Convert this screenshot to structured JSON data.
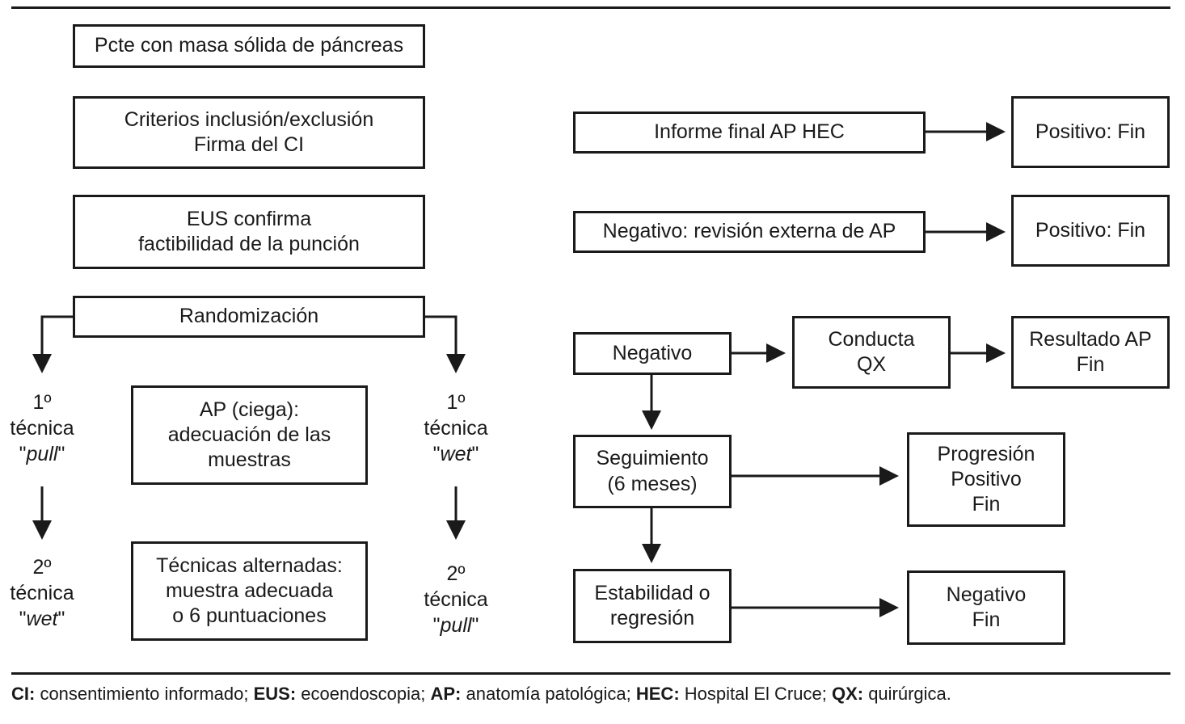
{
  "left": {
    "box1": [
      "Pcte con masa sólida de páncreas"
    ],
    "box2": [
      "Criterios inclusión/exclusión",
      "Firma del CI"
    ],
    "box3": [
      "EUS confirma",
      "factibilidad de la punción"
    ],
    "box4": [
      "Randomización"
    ],
    "box5": [
      "AP (ciega):",
      "adecuación de las",
      "muestras"
    ],
    "box6": [
      "Técnicas alternadas:",
      "muestra adecuada",
      "o 6 puntuaciones"
    ],
    "left_first": {
      "ord": "1º",
      "word": "técnica",
      "q_open": "\"",
      "technique": "pull",
      "q_close": "\""
    },
    "left_second": {
      "ord": "2º",
      "word": "técnica",
      "q_open": "\"",
      "technique": "wet",
      "q_close": "\""
    },
    "right_first": {
      "ord": "1º",
      "word": "técnica",
      "q_open": "\"",
      "technique": "wet",
      "q_close": "\""
    },
    "right_second": {
      "ord": "2º",
      "word": "técnica",
      "q_open": "\"",
      "technique": "pull",
      "q_close": "\""
    }
  },
  "right": {
    "informe": [
      "Informe final AP HEC"
    ],
    "positivo1": [
      "Positivo: Fin"
    ],
    "negativo_revision": [
      "Negativo: revisión externa de AP"
    ],
    "positivo2": [
      "Positivo: Fin"
    ],
    "negativo": [
      "Negativo"
    ],
    "conducta": [
      "Conducta",
      "QX"
    ],
    "resultado": [
      "Resultado AP",
      "Fin"
    ],
    "seguimiento": [
      "Seguimiento",
      "(6 meses)"
    ],
    "progresion": [
      "Progresión",
      "Positivo",
      "Fin"
    ],
    "estabilidad": [
      "Estabilidad o",
      "regresión"
    ],
    "negativo_fin": [
      "Negativo",
      "Fin"
    ]
  },
  "legend": [
    {
      "abbr": "CI:",
      "text": " consentimiento informado; "
    },
    {
      "abbr": "EUS:",
      "text": " ecoendoscopia; "
    },
    {
      "abbr": "AP:",
      "text": " anatomía patológica; "
    },
    {
      "abbr": "HEC:",
      "text": " Hospital El Cruce; "
    },
    {
      "abbr": "QX:",
      "text": " quirúrgica."
    }
  ]
}
